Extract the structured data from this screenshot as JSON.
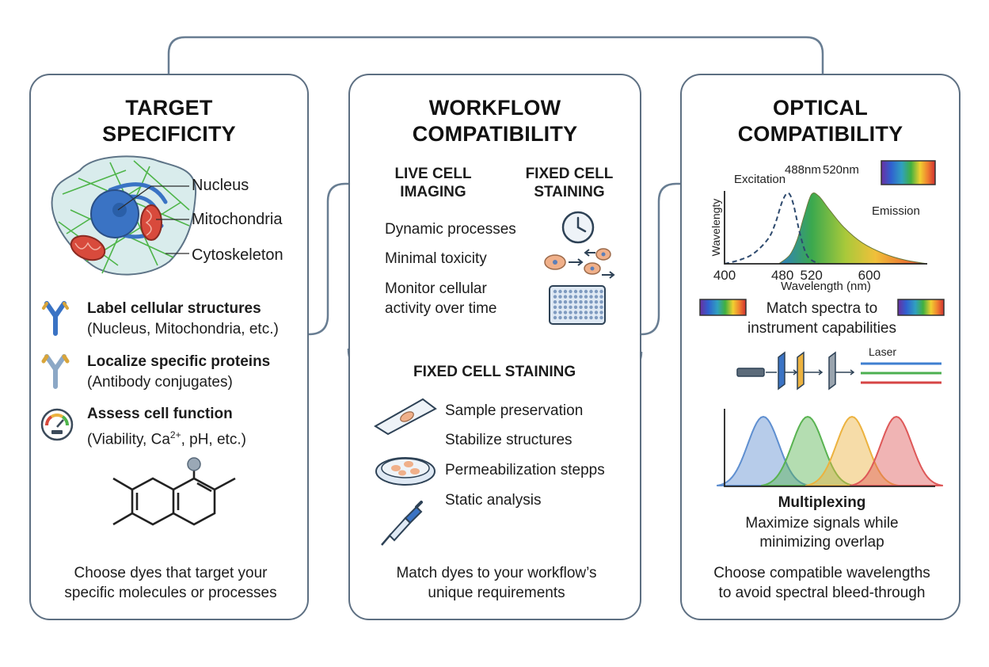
{
  "panels": {
    "target": {
      "title_line1": "TARGET",
      "title_line2": "SPECIFICITY",
      "cell_labels": [
        "Nucleus",
        "Mitochondria",
        "Cytoskeleton"
      ],
      "items": [
        {
          "title": "Label cellular structures",
          "detail": "(Nucleus, Mitochondria, etc.)"
        },
        {
          "title": "Localize specific proteins",
          "detail": "(Antibody conjugates)"
        },
        {
          "title": "Assess cell function",
          "detail_prefix": "(Viability, Ca",
          "detail_sup": "2+",
          "detail_suffix": ", pH, etc.)"
        }
      ],
      "footer_line1": "Choose dyes that target your",
      "footer_line2": "specific molecules or processes"
    },
    "workflow": {
      "title_line1": "WORKFLOW",
      "title_line2": "COMPATIBILITY",
      "live_line1": "LIVE CELL",
      "live_line2": "IMAGING",
      "fixed_line1": "FIXED CELL",
      "fixed_line2": "STAINING",
      "live_items": [
        "Dynamic processes",
        "Minimal toxicity",
        "Monitor cellular",
        "activity over time"
      ],
      "fixed_header": "FIXED CELL STAINING",
      "fixed_items": [
        "Sample preservation",
        "Stabilize structures",
        "Permeabilization stepps",
        "Static analysis"
      ],
      "footer_line1": "Match dyes to your workflow’s",
      "footer_line2": "unique requirements"
    },
    "optical": {
      "title_line1": "OPTICAL",
      "title_line2": "COMPATIBILITY",
      "excitation_label": "Excitation",
      "peak_excitation": "488nm",
      "peak_emission": "520nm",
      "emission_label": "Emission",
      "match_line1": "Match spectra to",
      "match_line2": "instrument capabilities",
      "laser_label": "Laser",
      "multiplex_title": "Multiplexing",
      "multiplex_line1": "Maximize signals while",
      "multiplex_line2": "minimizing overlap",
      "footer_line1": "Choose compatible wavelengths",
      "footer_line2": "to avoid spectral bleed-through"
    }
  },
  "chart_data": {
    "type": "area",
    "ylabel": "Wavelengty",
    "xlabel": "Wavelength (nm)",
    "x_ticks": [
      400,
      480,
      520,
      600
    ],
    "xlim": [
      400,
      680
    ],
    "ylim": [
      0,
      1
    ],
    "series": [
      {
        "name": "Excitation",
        "style": "dashed",
        "x": [
          400,
          420,
          440,
          460,
          470,
          480,
          488,
          495,
          505,
          515,
          530
        ],
        "y": [
          0.0,
          0.05,
          0.14,
          0.34,
          0.55,
          0.86,
          0.97,
          0.82,
          0.38,
          0.1,
          0.0
        ]
      },
      {
        "name": "Emission",
        "style": "filled-gradient",
        "x": [
          475,
          490,
          500,
          510,
          520,
          530,
          545,
          565,
          590,
          620,
          650,
          680
        ],
        "y": [
          0.0,
          0.12,
          0.32,
          0.66,
          0.95,
          0.93,
          0.74,
          0.5,
          0.29,
          0.14,
          0.05,
          0.0
        ]
      }
    ],
    "multiplex": {
      "peaks": [
        400,
        480,
        560,
        640
      ],
      "sigma": 28,
      "colors": [
        "#5f8fd0",
        "#59b351",
        "#ecb23f",
        "#de5858"
      ]
    }
  },
  "colors": {
    "panel_border": "#5d6f82",
    "arrow": "#687d92",
    "nucleus": "#3a73c4",
    "mitochondria": "#d84a3c",
    "cytoskeleton": "#4fb54a",
    "icon_blue": "#3a73c4",
    "icon_gold": "#d9a53a"
  },
  "laser_colors": [
    "#3f7fd0",
    "#4caf50",
    "#d64545"
  ],
  "icons": [
    "antibody-icon",
    "gauge-icon",
    "molecule-icon",
    "clock-icon",
    "cells-icon",
    "well-plate-icon",
    "slide-icon",
    "petri-dish-icon",
    "pipette-icon",
    "filter-icon"
  ]
}
